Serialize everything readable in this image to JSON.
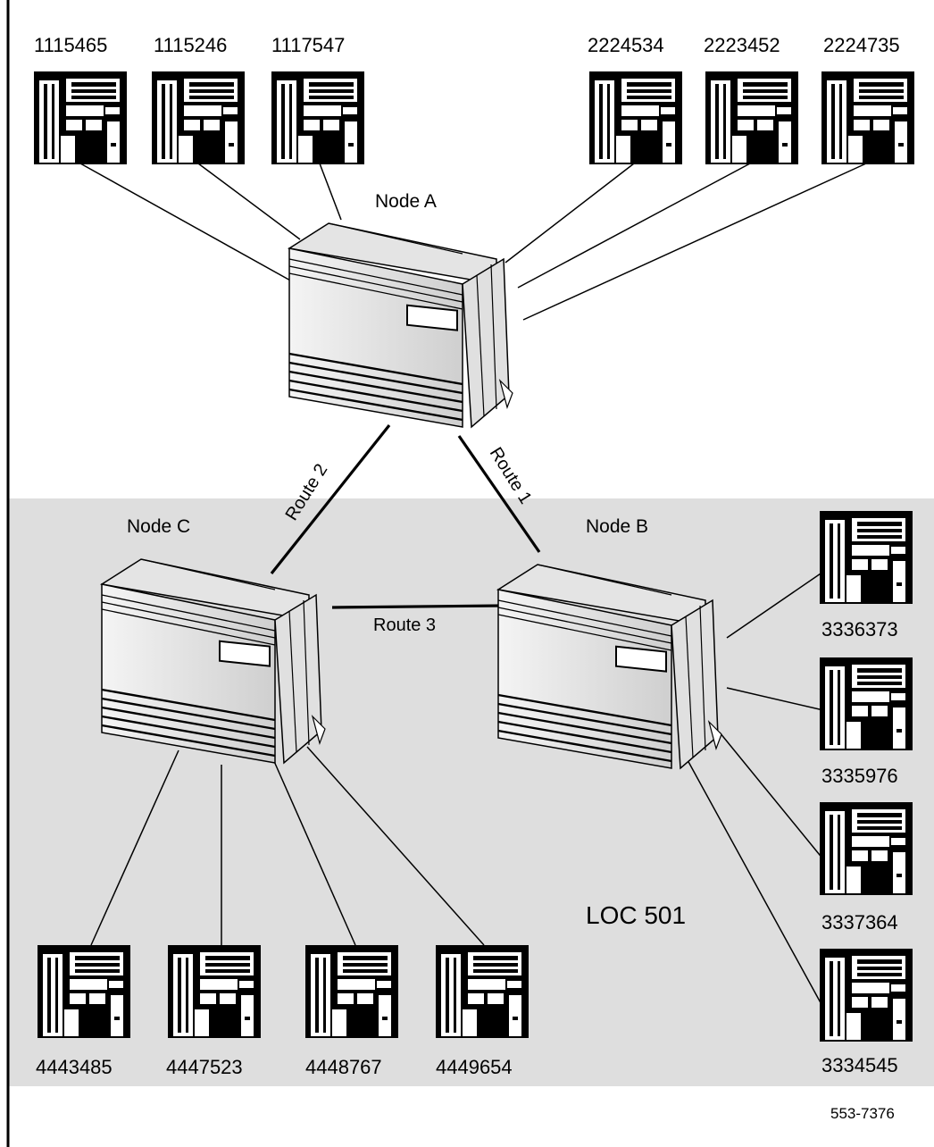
{
  "nodes": {
    "a": {
      "label": "Node A"
    },
    "b": {
      "label": "Node B"
    },
    "c": {
      "label": "Node C"
    }
  },
  "routes": {
    "r1": {
      "label": "Route 1"
    },
    "r2": {
      "label": "Route 2"
    },
    "r3": {
      "label": "Route 3"
    }
  },
  "phones": {
    "a": [
      "1115465",
      "1115246",
      "1117547",
      "2224534",
      "2223452",
      "2224735"
    ],
    "b": [
      "3336373",
      "3335976",
      "3337364",
      "3334545"
    ],
    "c": [
      "4443485",
      "4447523",
      "4448767",
      "4449654"
    ]
  },
  "location": "LOC 501",
  "figure_id": "553-7376",
  "colors": {
    "shaded_region": "#dedede",
    "ink": "#000000"
  }
}
